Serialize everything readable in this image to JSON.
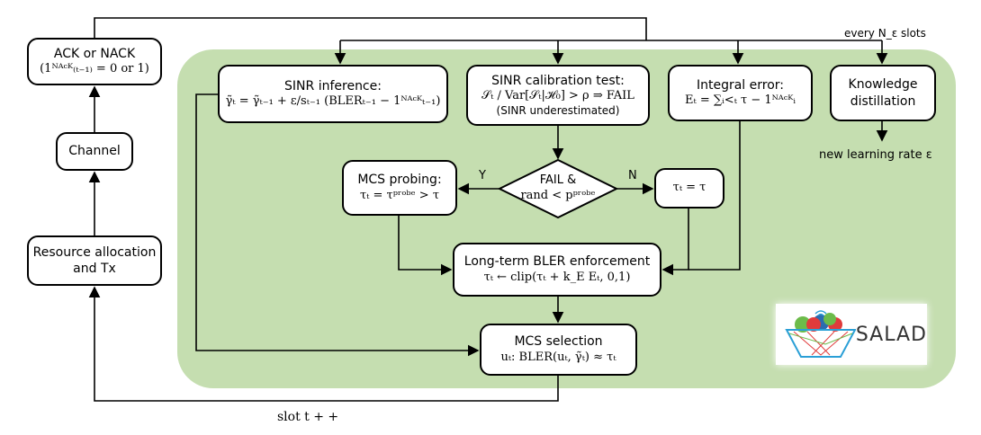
{
  "colors": {
    "region": "#c5deb0",
    "line": "#000000"
  },
  "ack": {
    "title": "ACK or NACK",
    "formula": "(1ᴺᴬᶜᴷ₍ₜ₋₁₎ = 0 or 1)"
  },
  "channel": {
    "title": "Channel"
  },
  "resource": {
    "title": "Resource allocation and Tx"
  },
  "sinr_inference": {
    "title": "SINR inference:",
    "formula": "γ̃ₜ = γ̃ₜ₋₁ + ε/sₜ₋₁ (BLERₜ₋₁ − 1ᴺᴬᶜᴷₜ₋₁)"
  },
  "calibration": {
    "title": "SINR calibration test:",
    "formula": "𝒮ₜ / Var[𝒮ₜ|ℋ₀] > ρ ⇒ FAIL",
    "note": "(SINR underestimated)"
  },
  "integral": {
    "title": "Integral error:",
    "formula": "Eₜ = ∑ᵢ<ₜ τ − 1ᴺᴬᶜᴷᵢ"
  },
  "knowledge": {
    "title": "Knowledge distillation",
    "output": "new learning rate ε",
    "trigger": "every N_ε slots"
  },
  "decision": {
    "line1": "FAIL &",
    "line2": "rand < pᵖʳᵒᵇᵉ",
    "yes": "Y",
    "no": "N"
  },
  "probing": {
    "title": "MCS probing:",
    "formula": "τₜ = τᵖʳᵒᵇᵉ > τ"
  },
  "tau": {
    "formula": "τₜ = τ"
  },
  "bler": {
    "title": "Long-term BLER enforcement",
    "formula": "τₜ ← clip(τₜ + k_E Eₜ, 0,1)"
  },
  "mcs": {
    "title": "MCS selection",
    "formula": "uₜ: BLER(uₜ, γ̃ₜ) ≈ τₜ"
  },
  "loop": {
    "label": "slot t + +"
  },
  "logo": {
    "text": "SALAD"
  }
}
